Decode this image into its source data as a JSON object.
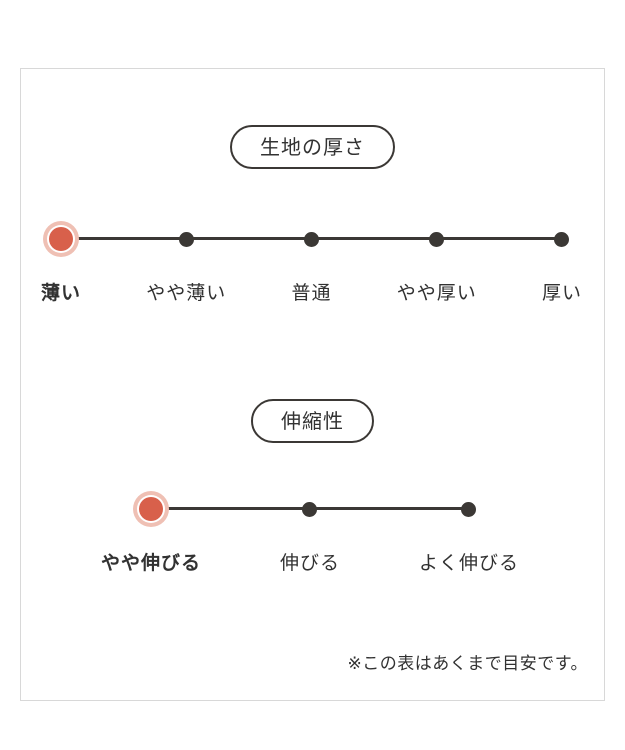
{
  "frame": {
    "note": "※この表はあくまで目安です。"
  },
  "thickness": {
    "title": "生地の厚さ",
    "items": [
      {
        "label": "薄い",
        "selected": true
      },
      {
        "label": "やや薄い",
        "selected": false
      },
      {
        "label": "普通",
        "selected": false
      },
      {
        "label": "やや厚い",
        "selected": false
      },
      {
        "label": "厚い",
        "selected": false
      }
    ]
  },
  "stretch": {
    "title": "伸縮性",
    "items": [
      {
        "label": "やや伸びる",
        "selected": true
      },
      {
        "label": "伸びる",
        "selected": false
      },
      {
        "label": "よく伸びる",
        "selected": false
      }
    ]
  },
  "chart_data": [
    {
      "type": "scale",
      "title": "生地の厚さ",
      "categories": [
        "薄い",
        "やや薄い",
        "普通",
        "やや厚い",
        "厚い"
      ],
      "selected": "薄い"
    },
    {
      "type": "scale",
      "title": "伸縮性",
      "categories": [
        "やや伸びる",
        "伸びる",
        "よく伸びる"
      ],
      "selected": "やや伸びる"
    }
  ],
  "colors": {
    "accent": "#d8604b",
    "halo": "#efc0b4",
    "ink": "#323232",
    "line": "#3b3835",
    "frame_border": "#d8d8d8"
  }
}
